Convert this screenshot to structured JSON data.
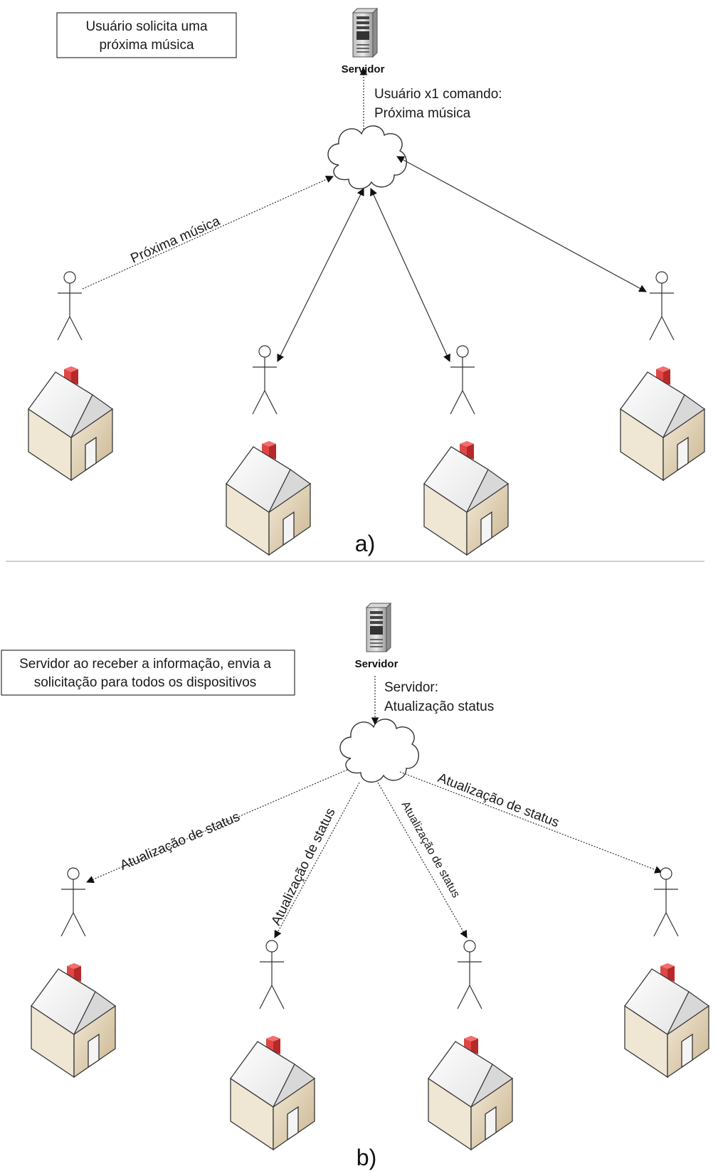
{
  "panel_a": {
    "note": [
      "Usuário solicita uma",
      "próxima música"
    ],
    "server_label": "Servidor",
    "server_command": [
      "Usuário x1 comando:",
      "Próxima música"
    ],
    "edge_label": "Próxima música",
    "part_label": "a)"
  },
  "panel_b": {
    "note": [
      "Servidor ao receber a informação, envia a",
      "solicitação para todos os dispositivos"
    ],
    "server_label": "Servidor",
    "server_command": [
      "Servidor:",
      "Atualização status"
    ],
    "edge_labels": [
      "Atualização de status",
      "Atualização de status",
      "Atualização de status",
      "Atualização de status"
    ],
    "part_label": "b)"
  },
  "colors": {
    "line": "#222222",
    "house_roof": "#f7f7f7",
    "house_wall": "#e3d5b8",
    "chimney": "#d23a3a",
    "divider": "#bfbfbf"
  }
}
